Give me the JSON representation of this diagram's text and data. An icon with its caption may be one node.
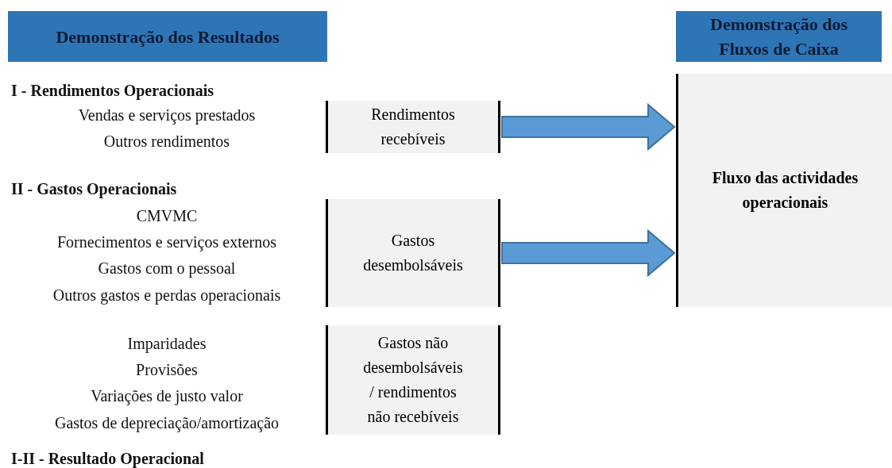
{
  "diagram": {
    "nodes": [
      {
        "text": [
          "Demonstração dos Resultados"
        ]
      },
      {
        "text": [
          "Demonstração dos Fluxos de Caixa"
        ]
      },
      {
        "text": [
          "Rendimentos recebíveis"
        ]
      },
      {
        "text": [
          "Gastos desembolsáveis"
        ]
      },
      {
        "text": [
          "Gastos não desembolsáveis / rendimentos não recebíveis"
        ]
      },
      {
        "text": [
          "Fluxo das actividades operacionais"
        ]
      }
    ],
    "edges": [
      {
        "from": 2,
        "to": 5,
        "arrow": "to",
        "style": "thick"
      },
      {
        "from": 3,
        "to": 5,
        "arrow": "to",
        "style": "thick"
      }
    ],
    "labels": [
      "I - Rendimentos Operacionais",
      "Vendas e serviços prestados",
      "Outros rendimentos",
      "II - Gastos Operacionais",
      "CMVMC",
      "Fornecimentos e serviços externos",
      "Gastos com o pessoal",
      "Outros gastos e perdas operacionais",
      "Imparidades",
      "Provisões",
      "Variações de justo valor",
      "Gastos de depreciação/amortização",
      "I-II - Resultado Operacional"
    ]
  }
}
